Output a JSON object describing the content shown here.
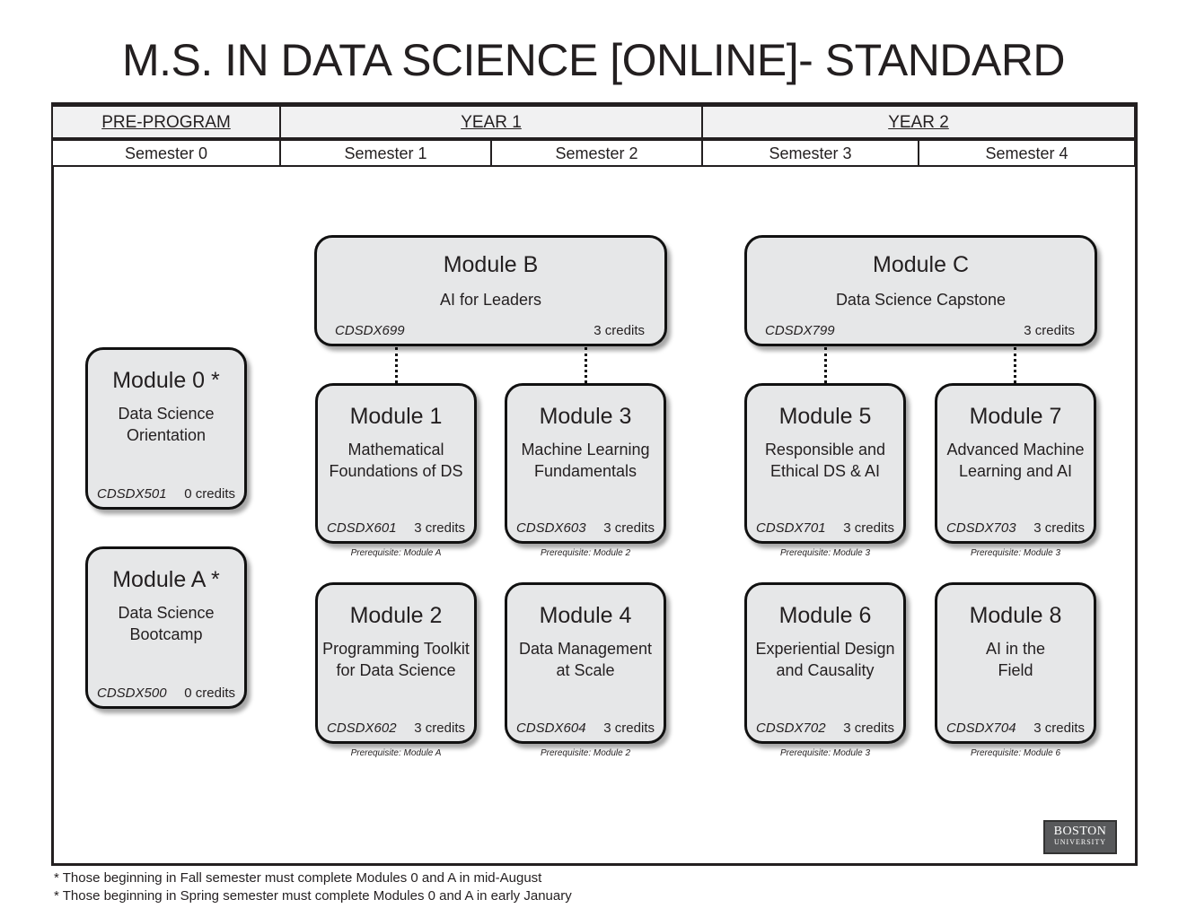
{
  "title": "M.S. IN DATA SCIENCE [ONLINE]- STANDARD",
  "header": {
    "groups": [
      "PRE-PROGRAM",
      "YEAR 1",
      "YEAR 2"
    ],
    "semesters": [
      "Semester 0",
      "Semester 1",
      "Semester 2",
      "Semester 3",
      "Semester 4"
    ]
  },
  "modules": [
    {
      "id": "m0",
      "title": "Module 0 *",
      "subtitle": "Data Science\nOrientation",
      "code": "CDSDX501",
      "credits": "0 credits",
      "prereq": null
    },
    {
      "id": "mA",
      "title": "Module A *",
      "subtitle": "Data Science\nBootcamp",
      "code": "CDSDX500",
      "credits": "0 credits",
      "prereq": null
    },
    {
      "id": "mB",
      "title": "Module B",
      "subtitle": "AI for Leaders",
      "code": "CDSDX699",
      "credits": "3 credits",
      "prereq": null
    },
    {
      "id": "mC",
      "title": "Module C",
      "subtitle": "Data Science Capstone",
      "code": "CDSDX799",
      "credits": "3 credits",
      "prereq": null
    },
    {
      "id": "m1",
      "title": "Module 1",
      "subtitle": "Mathematical\nFoundations of DS",
      "code": "CDSDX601",
      "credits": "3 credits",
      "prereq": "Prerequisite: Module A"
    },
    {
      "id": "m3",
      "title": "Module 3",
      "subtitle": "Machine Learning\nFundamentals",
      "code": "CDSDX603",
      "credits": "3 credits",
      "prereq": "Prerequisite: Module 2"
    },
    {
      "id": "m5",
      "title": "Module 5",
      "subtitle": "Responsible and\nEthical DS & AI",
      "code": "CDSDX701",
      "credits": "3 credits",
      "prereq": "Prerequisite: Module 3"
    },
    {
      "id": "m7",
      "title": "Module 7",
      "subtitle": "Advanced Machine\nLearning and AI",
      "code": "CDSDX703",
      "credits": "3 credits",
      "prereq": "Prerequisite: Module 3"
    },
    {
      "id": "m2",
      "title": "Module 2",
      "subtitle": "Programming Toolkit\nfor Data Science",
      "code": "CDSDX602",
      "credits": "3 credits",
      "prereq": "Prerequisite: Module A"
    },
    {
      "id": "m4",
      "title": "Module 4",
      "subtitle": "Data Management\nat Scale",
      "code": "CDSDX604",
      "credits": "3 credits",
      "prereq": "Prerequisite: Module 2"
    },
    {
      "id": "m6",
      "title": "Module 6",
      "subtitle": "Experiential Design\nand Causality",
      "code": "CDSDX702",
      "credits": "3 credits",
      "prereq": "Prerequisite: Module 3"
    },
    {
      "id": "m8",
      "title": "Module 8",
      "subtitle": "AI in the\nField",
      "code": "CDSDX704",
      "credits": "3 credits",
      "prereq": "Prerequisite: Module 6"
    }
  ],
  "logo": {
    "line1": "BOSTON",
    "line2": "UNIVERSITY"
  },
  "footnotes": [
    "* Those beginning in Fall semester must complete Modules 0 and A in mid-August",
    "* Those beginning in Spring semester must complete Modules 0 and A in early January"
  ]
}
